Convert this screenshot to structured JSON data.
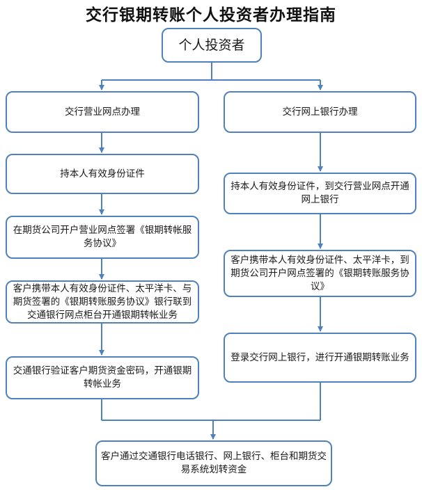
{
  "title": "交行银期转账个人投资者办理指南",
  "nodes": {
    "root": "个人投资者",
    "branch_left": "交行营业网点办理",
    "branch_right": "交行网上银行办理",
    "left_step1": "持本人有效身份证件",
    "left_step2": "在期货公司开户营业网点签署《银期转帐服务协议》",
    "left_step3": "客户携带本人有效身份证件、太平洋卡、与期货签署的《银期转账服务协议》银行联到交通银行网点柜台开通银期转帐业务",
    "left_step4": "交通银行验证客户期货资金密码，开通银期转帐业务",
    "right_step1": "持本人有效身份证件，到交行营业网点开通网上银行",
    "right_step2": "客户携带本人有效身份证件、太平洋卡，到期货公司开户网点签署的《银期转账服务协议》",
    "right_step3": "登录交行网上银行，进行开通银期转账业务",
    "final": "客户通过交通银行电话银行、网上银行、柜台和期货交易系统划转资金"
  },
  "colors": {
    "box_border": "#4f81bd",
    "connector": "#4f81bd"
  }
}
